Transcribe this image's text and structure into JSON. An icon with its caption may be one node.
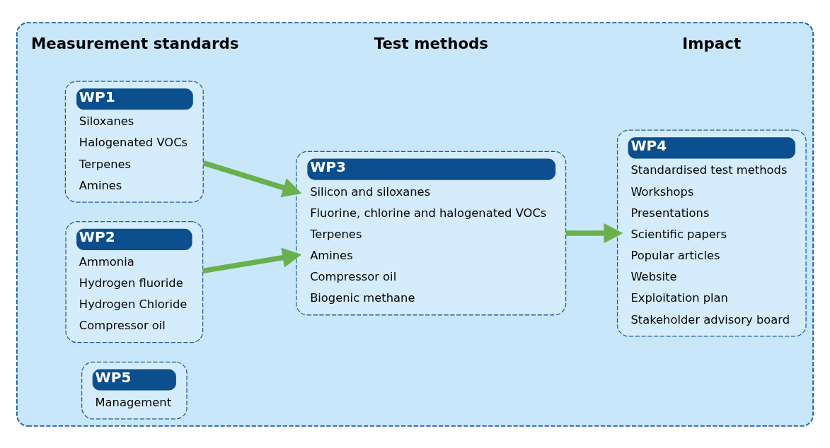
{
  "diagram": {
    "nodes": [
      {
        "text": [],
        "shape": "box"
      },
      {
        "text": [
          "WP1",
          "Siloxanes",
          "Halogenated VOCs",
          "Terpenes",
          "Amines"
        ],
        "in": 0
      },
      {
        "text": [
          "WP2",
          "Ammonia",
          "Hydrogen fluoride",
          "Hydrogen Chloride",
          "Compressor oil"
        ],
        "in": 0
      },
      {
        "text": [
          "WP3",
          "Silicon and siloxanes",
          "Fluorine, chlorine and halogenated VOCs",
          "Terpenes",
          "Amines",
          "Compressor oil",
          "Biogenic methane"
        ],
        "in": 0
      },
      {
        "text": [
          "WP4",
          "Standardised test methods",
          "Workshops",
          "Presentations",
          "Scientific papers",
          "Popular articles",
          "Website",
          "Exploitation plan",
          "Stakeholder advisory board"
        ],
        "in": 0
      },
      {
        "text": [
          "WP5",
          "Management"
        ],
        "in": 0
      }
    ],
    "edges": [
      {
        "from": 1,
        "to": 3,
        "arrow": "to"
      },
      {
        "from": 2,
        "to": 3,
        "arrow": "to"
      },
      {
        "from": 3,
        "to": 4,
        "arrow": "to"
      }
    ],
    "labels": [
      "Measurement standards",
      "Test methods",
      "Impact"
    ]
  }
}
